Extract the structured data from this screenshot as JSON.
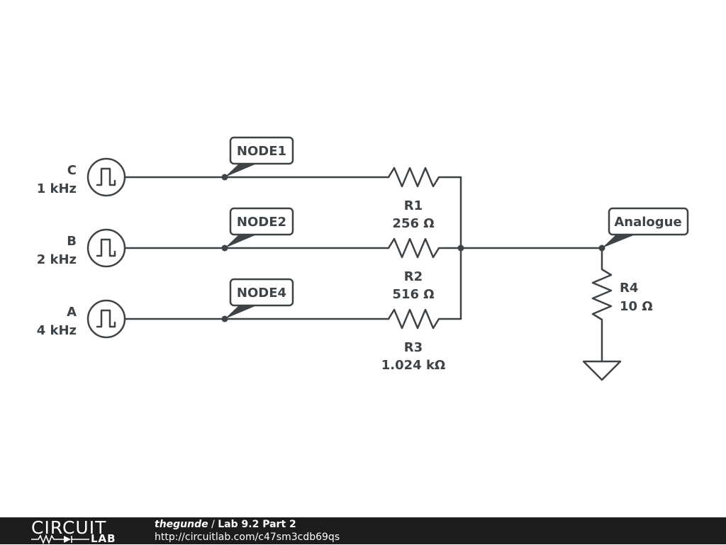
{
  "sources": [
    {
      "name": "C",
      "freq": "1 kHz"
    },
    {
      "name": "B",
      "freq": "2 kHz"
    },
    {
      "name": "A",
      "freq": "4 kHz"
    }
  ],
  "nodes": [
    "NODE1",
    "NODE2",
    "NODE4"
  ],
  "resistors": [
    {
      "name": "R1",
      "value": "256 Ω"
    },
    {
      "name": "R2",
      "value": "516 Ω"
    },
    {
      "name": "R3",
      "value": "1.024 kΩ"
    },
    {
      "name": "R4",
      "value": "10 Ω"
    }
  ],
  "output_node": "Analogue",
  "footer": {
    "logo_top": "CIRCUIT",
    "logo_bottom": "LAB",
    "author": "thegunde",
    "separator": " / ",
    "title": "Lab 9.2 Part 2",
    "url": "http://circuitlab.com/c47sm3cdb69qs"
  },
  "colors": {
    "ink": "#3d4347",
    "footer_bg": "#1c1c1c"
  }
}
